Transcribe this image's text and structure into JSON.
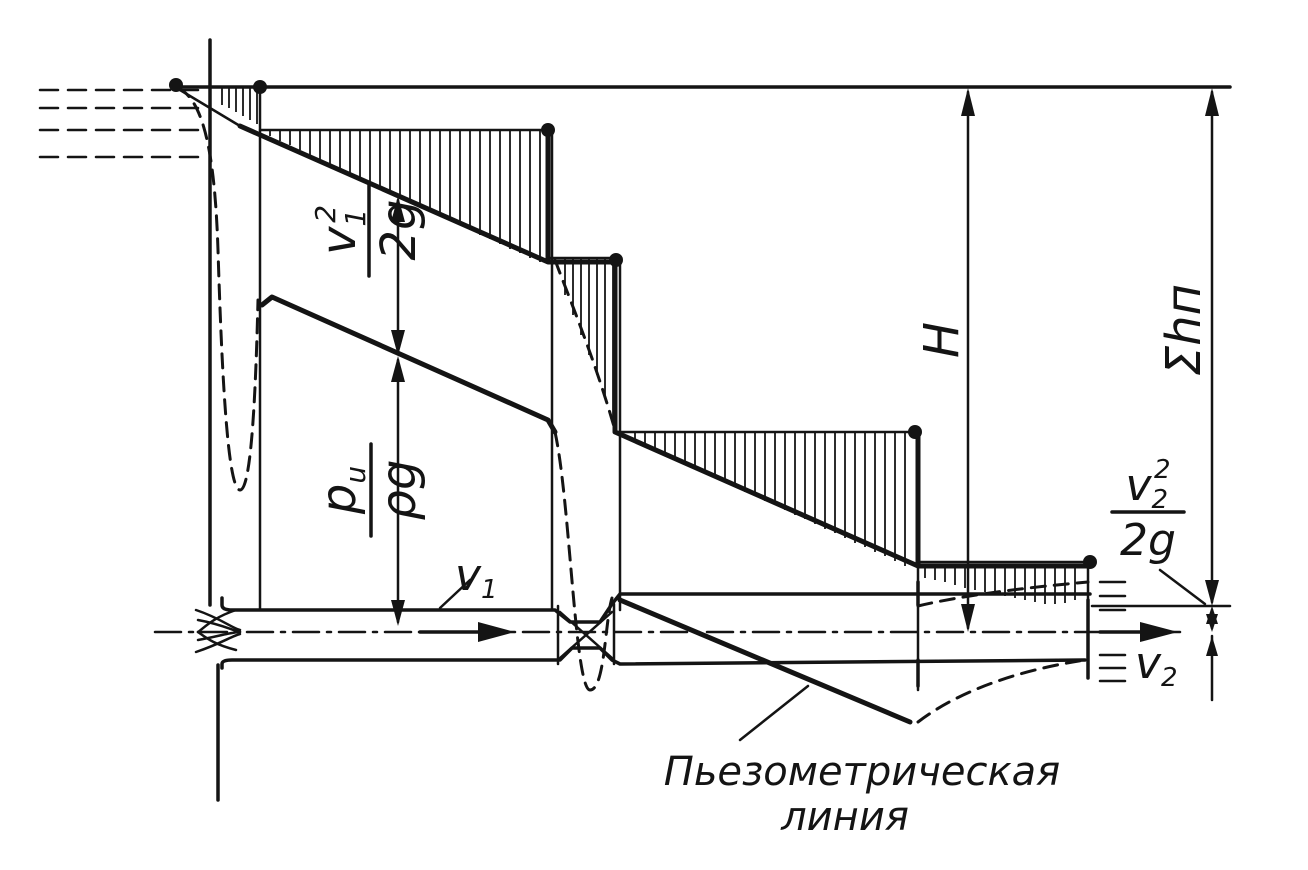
{
  "labels": {
    "v1_squared": "v",
    "v1_squared_sub": "1",
    "v1_squared_sup": "2",
    "two_g": "2g",
    "pressure_p": "p",
    "pressure_sub": "u",
    "rho_g": "ρg",
    "H": "H",
    "sum_hn": "Σhп",
    "v2_squared": "v",
    "v2_squared_sub": "2",
    "v2_squared_sup": "2",
    "v1": "v",
    "v1_sub": "1",
    "v2": "v",
    "v2_sub": "2",
    "piezo_line_1": "Пьезометрическая",
    "piezo_line_2": "линия"
  },
  "colors": {
    "ink": "#141414",
    "paper": "#ffffff"
  }
}
